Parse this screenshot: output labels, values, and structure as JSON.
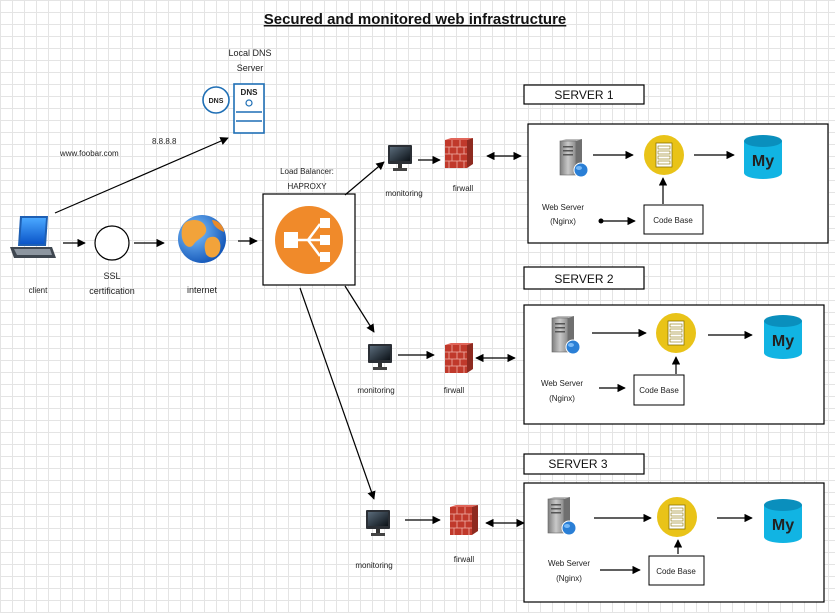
{
  "title": "Secured and monitored web infrastructure",
  "labels": {
    "local_dns_line1": "Local DNS",
    "local_dns_line2": "Server",
    "dns_badge": "DNS",
    "ip": "8.8.8.8",
    "domain": "www.foobar.com",
    "client": "client",
    "ssl_line1": "SSL",
    "ssl_line2": "certification",
    "internet": "internet",
    "lb_line1": "Load Balancer:",
    "lb_line2": "HAPROXY",
    "monitoring": "monitoring",
    "firewall": "firwall",
    "web_server_line1": "Web Server",
    "web_server_line2": "(Nginx)",
    "code_base": "Code Base",
    "mysql": "My"
  },
  "servers": [
    {
      "header": "SERVER 1"
    },
    {
      "header": "SERVER 2"
    },
    {
      "header": "SERVER 3"
    }
  ],
  "colors": {
    "lb_orange": "#f08a2a",
    "app_yellow": "#e9c318",
    "mysql_cyan": "#11b4e3",
    "firewall_red": "#c0392b",
    "dns_blue": "#1f6fb5"
  }
}
